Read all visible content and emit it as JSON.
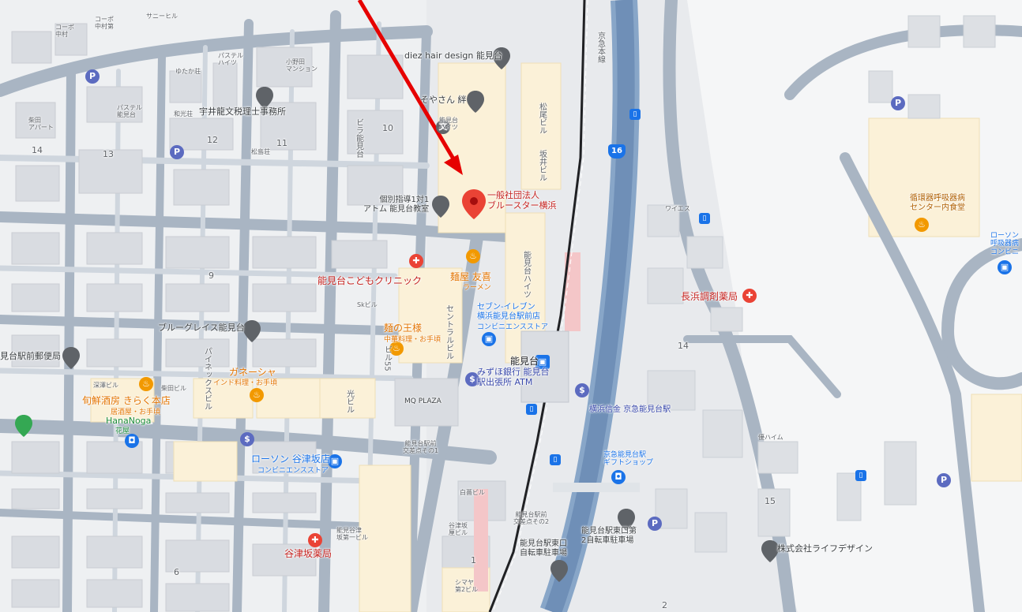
{
  "map": {
    "labels": {
      "cobo_nakamura": "コーポ\n中村",
      "cobo_nakamura2": "コーポ\n中村第",
      "sunny_hill": "サニーヒル",
      "shibata_apart": "柴田\nアパート",
      "pastel_nokendai": "パステル\n能見台",
      "yutakaso": "ゆたか荘",
      "pastel_heights": "パステル\nハイツ",
      "onoda_mansion": "小野田\nマンション",
      "wakoso": "和光荘",
      "usui_office": "宇井龍文税理士事務所",
      "matsushimaso": "松島荘",
      "diez_hair": "diez hair design 能見台",
      "kinu": "そやさん 絆",
      "nokendai_heights": "能見台\nハイツ",
      "blue_star": "一般社団法人\nブルースター横浜",
      "atom": "個別指導1対1\nアトム 能見台教室",
      "kodomo_clinic": "能見台こどもクリニック",
      "menya_yuki": "麺屋 友喜",
      "ramen": "ラーメン",
      "seven_eleven": "セブン-イレブン\n横浜能見台駅前店",
      "conv_store": "コンビニエンスストア",
      "blue_grace": "ブルーグレイス能見台",
      "men_no_osama": "麺の王様",
      "chinese": "中華料理・お手頃",
      "post_office": "見台駅前郵便局",
      "ganesha": "ガネーシャ",
      "indian": "インド料理・お手頃",
      "kiraku": "旬鮮酒房 きらく本店",
      "izakaya": "居酒屋・お手頃",
      "hananoga": "HanaNoga",
      "flower": "花屋",
      "lawson_yazu": "ローソン 谷津坂店",
      "lawson_conv": "コンビニエンスストア",
      "yazusaka_pharmacy": "谷津坂薬局",
      "mizuho": "みずほ銀行 能見台\n駅出張所 ATM",
      "mq_plaza": "MQ PLAZA",
      "kosaten1": "能見台駅前\n交差点その1",
      "kosaten2": "能見台駅前\n交差点その2",
      "nokendai_station": "能見台",
      "yokohama_shinkin": "横浜信金 京急能見台駅",
      "gift_shop": "京急能見台駅\nギフトショップ",
      "higashiguchi_parking": "能見台駅東口\n自転車駐車場",
      "higashiguchi_parking2": "能見台駅東口第\n2自転車駐車場",
      "waiesu": "ワイエス",
      "nagahama_pharmacy": "長浜調剤薬局",
      "junkanki": "循環器呼吸器病\nセンター内食堂",
      "lawson_kokyuki": "ローソン\n呼吸器病\nコンビニ",
      "life_design": "株式会社ライフデザイン",
      "shirobara": "白薔ビル",
      "yazusaka_bldg": "谷津坂\n厘ビル",
      "shimaya": "シマヤ\n第2ビル",
      "sakura_heim": "優ハイム",
      "sk_bldg": "Skビル",
      "shibata_bldg": "柴田ビル",
      "fukasawa_bldg": "深澤ビル",
      "biru55": "ビル55",
      "central_bldg": "セントラルビル",
      "nokendai_heights2": "能見台ハイツ",
      "matsuo_bldg": "松尾ビル",
      "sakai_bldg": "坂井ビル",
      "higashi_bldg": "ビラ能見台",
      "keikyu_line": "京急本線",
      "nokendai_yazu": "能見谷津\n坂第一ビル",
      "hikari_bldg": "光ビル",
      "haitsu": "パイネックスビル"
    },
    "numbers": {
      "n14a": "14",
      "n13": "13",
      "n12": "12",
      "n11": "11",
      "n10": "10",
      "n9": "9",
      "n6": "6",
      "n1": "1",
      "n14b": "14",
      "n15": "15",
      "n2": "2",
      "route16": "16"
    },
    "colors": {
      "road": "#a6b2c0",
      "road_light": "#cdd5de",
      "block": "#e4e6e9",
      "building": "#d6d9de",
      "commercial": "#fbf0d6",
      "river": "#7a9cc2",
      "rail_red": "#f4c7c9",
      "arrow": "#e60000"
    }
  }
}
